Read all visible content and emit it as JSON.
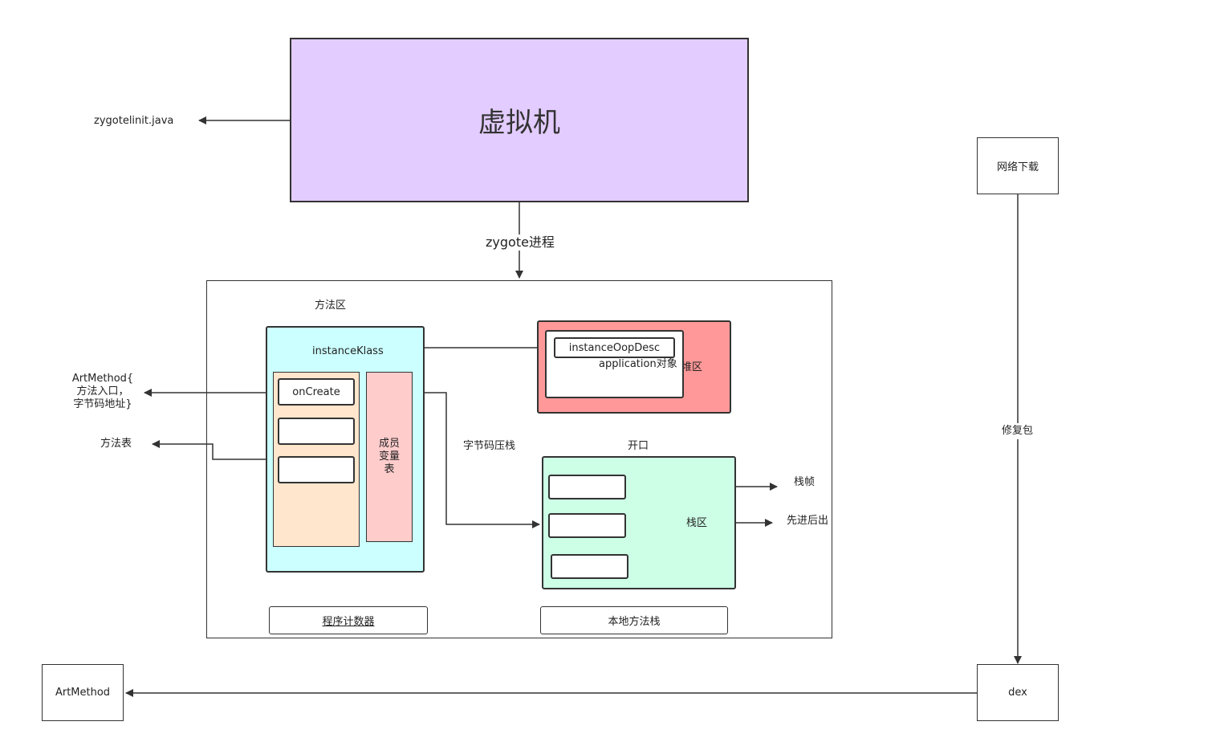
{
  "vm": {
    "title": "虚拟机",
    "fill": "#e3ccff"
  },
  "zygoteinit": "zygotelinit.java",
  "zygote_edge": "zygote进程",
  "runtime": {
    "method_area": {
      "label": "方法区",
      "klass": "instanceKlass",
      "oncreate": "onCreate",
      "member_table": "成员\n变量\n表",
      "fill": "#ccffff",
      "inner_fill": "#ffe6cc",
      "member_fill": "#ffcccc"
    },
    "heap": {
      "label": "堆区",
      "oop": "instanceOopDesc",
      "app_object": "application对象",
      "fill": "#ff9999"
    },
    "stack": {
      "label": "栈区",
      "opening": "开口",
      "fill": "#ccffe6"
    },
    "bytecode_push": "字节码压栈",
    "program_counter": "程序计数器",
    "native_stack": "本地方法栈"
  },
  "left_labels": {
    "artmethod_desc": "ArtMethod{\n方法入口，\n字节码地址}",
    "method_table": "方法表"
  },
  "right_labels": {
    "stack_frame": "栈帧",
    "lifo": "先进后出"
  },
  "download": {
    "network": "网络下载",
    "patch": "修复包",
    "dex": "dex"
  },
  "artmethod_box": "ArtMethod"
}
